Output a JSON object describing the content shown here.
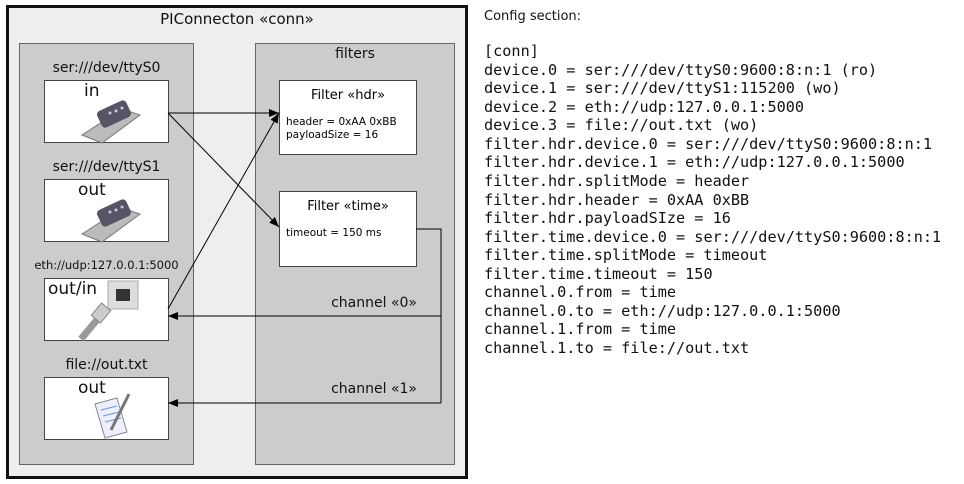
{
  "diagram": {
    "title": "PIConnecton «conn»",
    "filters_label": "filters",
    "devices": [
      {
        "uri": "ser:///dev/ttyS0",
        "mode": "in",
        "icon": "serial-port-icon"
      },
      {
        "uri": "ser:///dev/ttyS1",
        "mode": "out",
        "icon": "serial-port-icon"
      },
      {
        "uri": "eth://udp:127.0.0.1:5000",
        "mode": "out/in",
        "icon": "ethernet-icon"
      },
      {
        "uri": "file://out.txt",
        "mode": "out",
        "icon": "text-file-icon"
      }
    ],
    "filters": [
      {
        "title": "Filter «hdr»",
        "body": "header = 0xAA 0xBB\npayloadSize = 16"
      },
      {
        "title": "Filter «time»",
        "body": "timeout = 150 ms"
      }
    ],
    "channels": [
      "channel «0»",
      "channel «1»"
    ]
  },
  "config": {
    "title": "Config section:",
    "text": "[conn]\ndevice.0 = ser:///dev/ttyS0:9600:8:n:1 (ro)\ndevice.1 = ser:///dev/ttyS1:115200 (wo)\ndevice.2 = eth://udp:127.0.0.1:5000\ndevice.3 = file://out.txt (wo)\nfilter.hdr.device.0 = ser:///dev/ttyS0:9600:8:n:1\nfilter.hdr.device.1 = eth://udp:127.0.0.1:5000\nfilter.hdr.splitMode = header\nfilter.hdr.header = 0xAA 0xBB\nfilter.hdr.payloadSIze = 16\nfilter.time.device.0 = ser:///dev/ttyS0:9600:8:n:1\nfilter.time.splitMode = timeout\nfilter.time.timeout = 150\nchannel.0.from = time\nchannel.0.to = eth://udp:127.0.0.1:5000\nchannel.1.from = time\nchannel.1.to = file://out.txt"
  }
}
